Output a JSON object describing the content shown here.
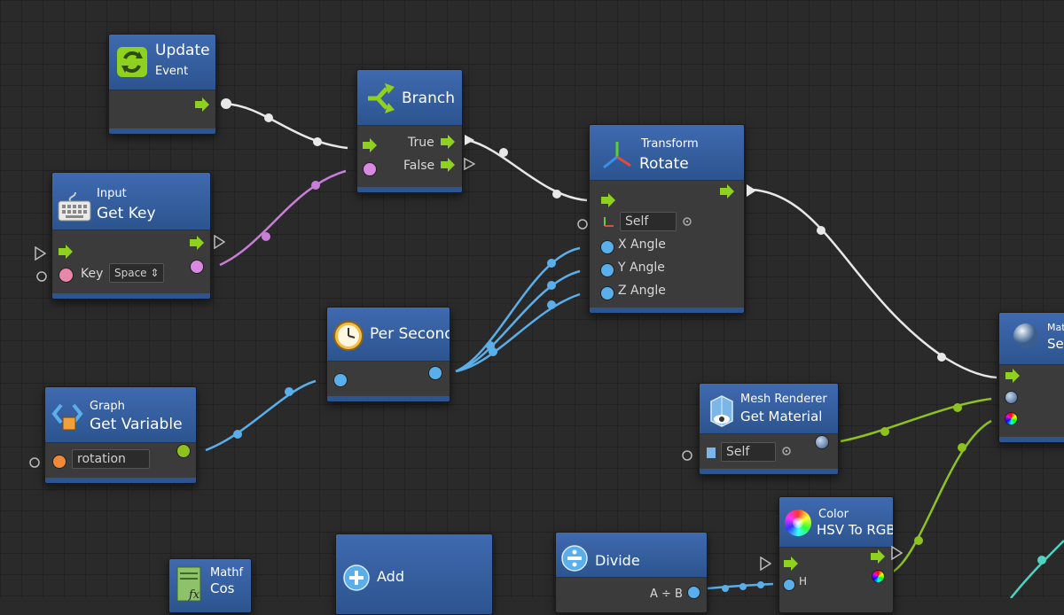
{
  "nodes": {
    "update": {
      "title": "Update",
      "sub": "Event"
    },
    "branch": {
      "title": "Branch",
      "true_label": "True",
      "false_label": "False"
    },
    "input": {
      "category": "Input",
      "title": "Get Key",
      "port_label": "Key",
      "dropdown_value": "Space"
    },
    "rotate": {
      "category": "Transform",
      "title": "Rotate",
      "target_value": "Self",
      "x_label": "X Angle",
      "y_label": "Y Angle",
      "z_label": "Z Angle"
    },
    "per_second": {
      "title": "Per Second"
    },
    "graph": {
      "category": "Graph",
      "title": "Get Variable",
      "field_value": "rotation"
    },
    "mesh": {
      "category": "Mesh Renderer",
      "title": "Get Material",
      "target_value": "Self"
    },
    "material": {
      "category": "Mat",
      "title": "Set"
    },
    "color": {
      "category": "Color",
      "title": "HSV To RGB",
      "h_label": "H"
    },
    "mathf": {
      "category": "Mathf",
      "title": "Cos"
    },
    "add": {
      "title": "Add"
    },
    "divide": {
      "title": "Divide",
      "op_label": "A ÷ B"
    }
  },
  "colors": {
    "header": "#2f5a9a",
    "body": "#3b3b3b",
    "flow_arrow": "#8fd11f",
    "port_float": "#5aafea",
    "port_keycode": "#e887aa",
    "port_bool": "#d98ae0",
    "port_object": "#8fc11f",
    "port_orange": "#f08a3a",
    "wire_flow": "#e8e8e8",
    "wire_float": "#5aafea",
    "wire_bool": "#c87ed8",
    "wire_material": "#8ec21e",
    "wire_teal": "#4fd3c0"
  },
  "icons": [
    "update-event-icon",
    "branch-icon",
    "keyboard-icon",
    "transform-axes-icon",
    "clock-icon",
    "graph-variable-icon",
    "mesh-renderer-icon",
    "material-sphere-icon",
    "color-wheel-icon",
    "mathf-book-icon",
    "add-icon",
    "divide-icon"
  ]
}
